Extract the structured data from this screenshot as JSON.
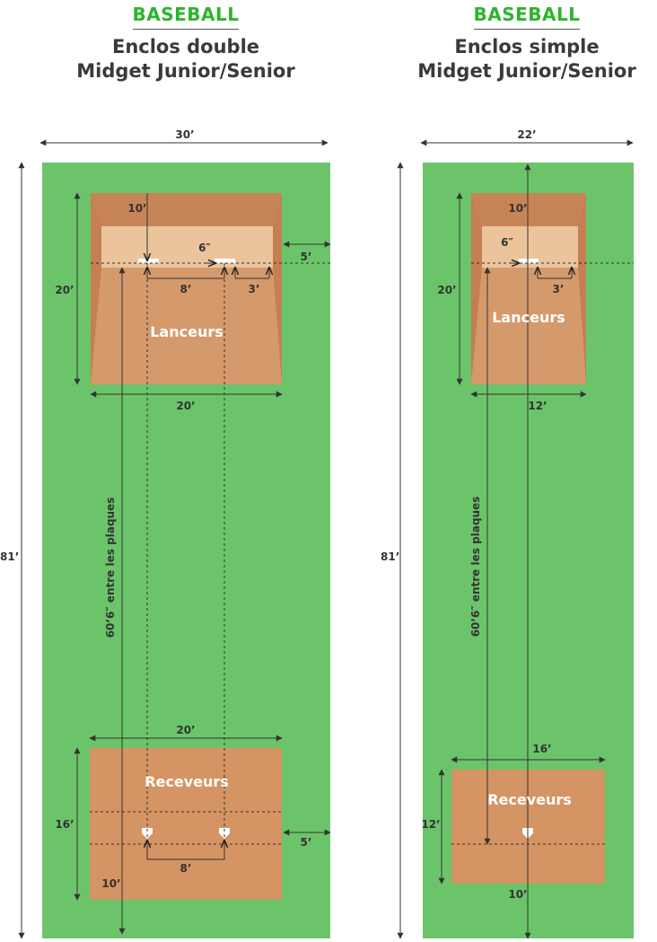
{
  "colors": {
    "title_green": "#2db52d",
    "field_green": "#6cc46a",
    "clay": "#d4956a",
    "clay_light": "#ebc49c"
  },
  "left": {
    "sport": "BASEBALL",
    "subtitle_line1": "Enclos double",
    "subtitle_line2": "Midget Junior/Senior",
    "width_total": "30’",
    "length_total": "81’",
    "pitch_box_depth": "10’",
    "rubber_offset": "6″",
    "side_clearance_top": "5’",
    "pitch_area_length": "20’",
    "rubber_spacing": "8’",
    "rubber_to_edge": "3’",
    "pitchers_label": "Lanceurs",
    "pitch_area_width": "20’",
    "distance_label": "60’6″ entre les plaques",
    "catch_area_width": "20’",
    "catchers_label": "Receveurs",
    "catch_area_length": "16’",
    "side_clearance_bottom": "5’",
    "plate_spacing": "8’",
    "plate_to_back": "10’"
  },
  "right": {
    "sport": "BASEBALL",
    "subtitle_line1": "Enclos simple",
    "subtitle_line2": "Midget Junior/Senior",
    "width_total": "22’",
    "length_total": "81’",
    "pitch_box_depth": "10’",
    "rubber_offset": "6″",
    "pitch_area_length": "20’",
    "rubber_to_edge": "3’",
    "pitchers_label": "Lanceurs",
    "pitch_area_width": "12’",
    "distance_label": "60’6″ entre les plaques",
    "catch_area_width": "16’",
    "catchers_label": "Receveurs",
    "catch_area_length": "12’",
    "plate_to_back": "10’"
  }
}
